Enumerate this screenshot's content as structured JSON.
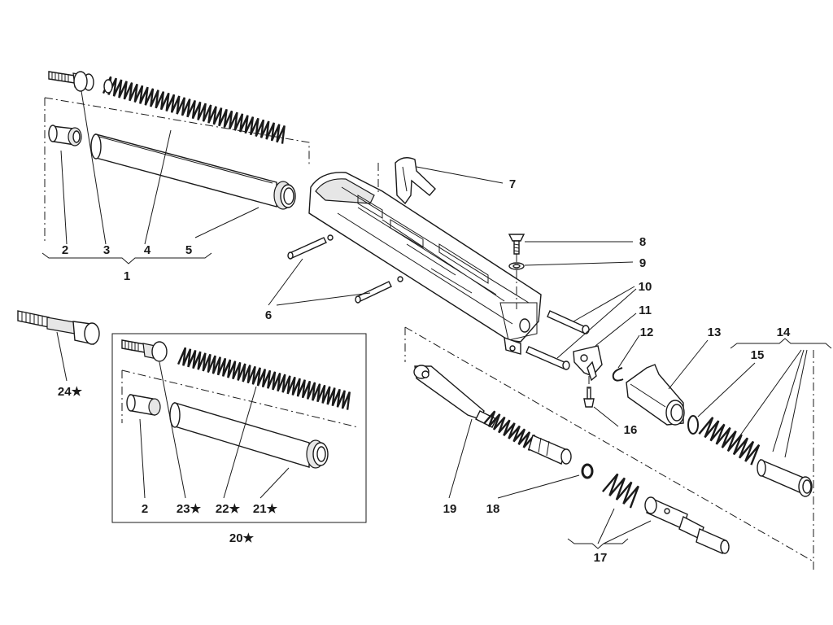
{
  "labels": {
    "l1": "1",
    "l2": "2",
    "l3": "3",
    "l4": "4",
    "l5": "5",
    "l6": "6",
    "l7": "7",
    "l8": "8",
    "l9": "9",
    "l10": "10",
    "l11": "11",
    "l12": "12",
    "l13": "13",
    "l14": "14",
    "l15": "15",
    "l16": "16",
    "l17": "17",
    "l18": "18",
    "l19": "19",
    "l2b": "2",
    "l20": "20★",
    "l21": "21★",
    "l22": "22★",
    "l23": "23★",
    "l24": "24★"
  },
  "colors": {
    "line": "#1a1a1a",
    "background": "#ffffff",
    "shade": "#e6e6e6"
  }
}
